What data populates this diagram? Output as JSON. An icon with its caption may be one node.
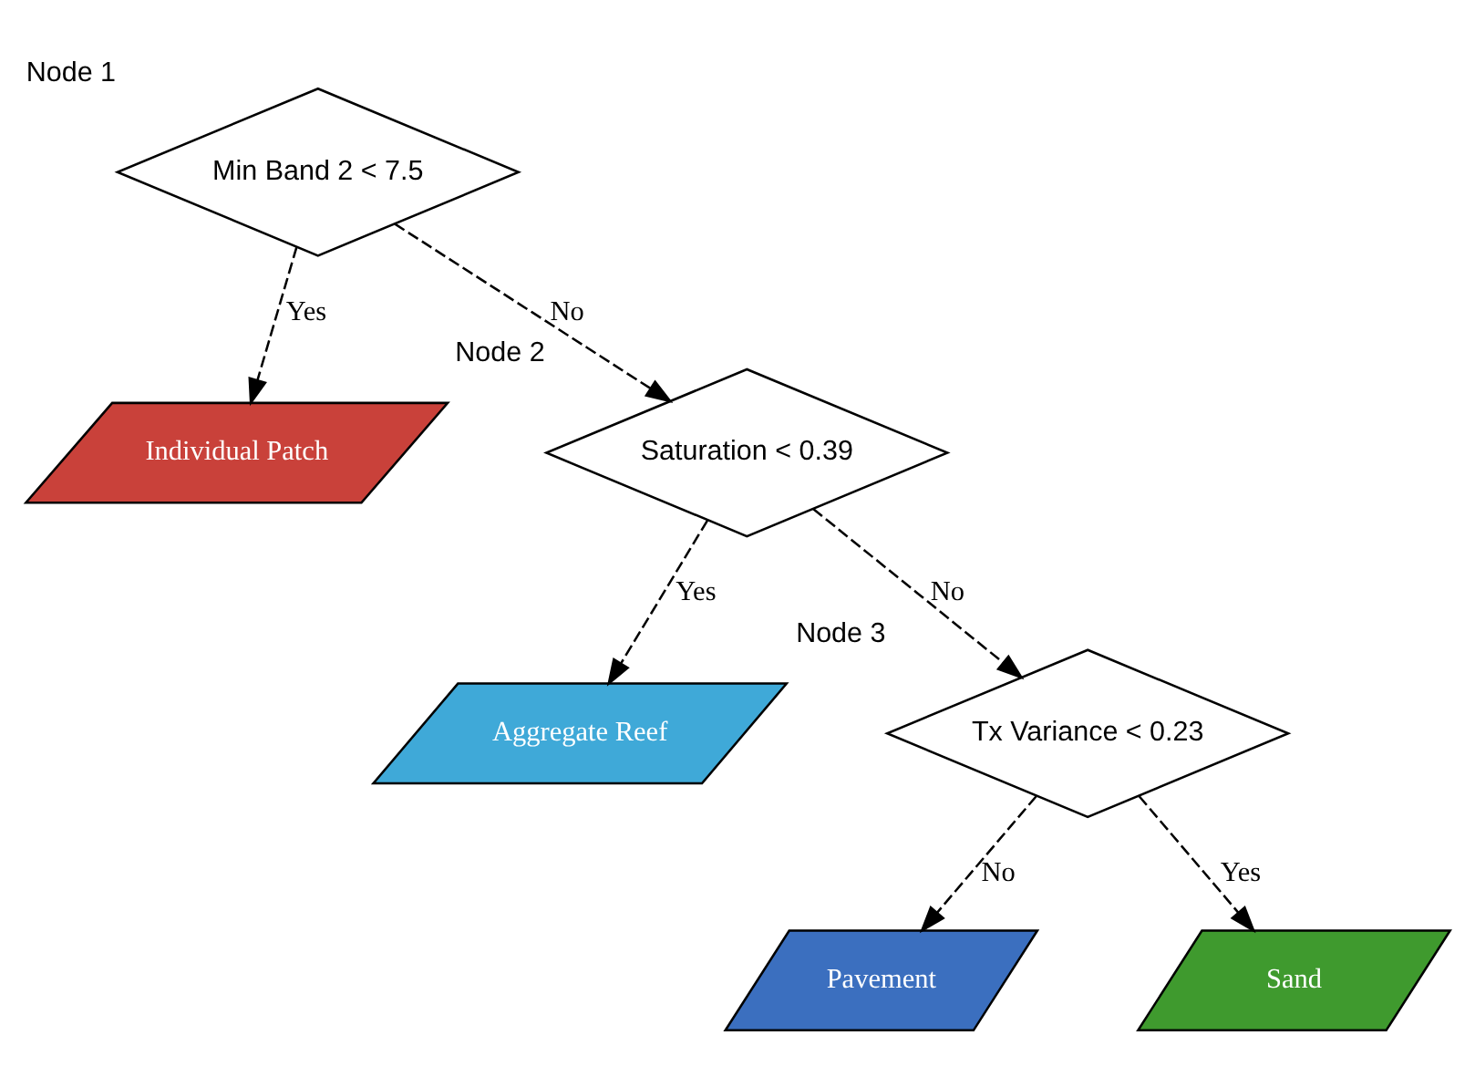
{
  "diagram": {
    "nodes": [
      {
        "text": [
          "Min Band 2 < 7.5"
        ],
        "beside": [
          "Node 1"
        ]
      },
      {
        "text": [
          "Individual Patch"
        ]
      },
      {
        "text": [
          "Saturation < 0.39"
        ],
        "beside": [
          "Node 2"
        ]
      },
      {
        "text": [
          "Aggregate Reef"
        ]
      },
      {
        "text": [
          "Tx Variance < 0.23"
        ],
        "beside": [
          "Node 3"
        ]
      },
      {
        "text": [
          "Pavement"
        ]
      },
      {
        "text": [
          "Sand"
        ]
      }
    ],
    "edges": [
      {
        "from": 0,
        "to": 1,
        "arrow": "to",
        "label": "Yes",
        "style": "dashed"
      },
      {
        "from": 0,
        "to": 2,
        "arrow": "to",
        "label": "No",
        "style": "dashed"
      },
      {
        "from": 2,
        "to": 4,
        "arrow": "to",
        "label": "No",
        "style": "dashed"
      },
      {
        "from": 2,
        "to": 3,
        "arrow": "to",
        "label": "Yes",
        "style": "dashed"
      },
      {
        "from": 4,
        "to": 5,
        "arrow": "to",
        "label": "No",
        "style": "dashed"
      },
      {
        "from": 4,
        "to": 6,
        "arrow": "to",
        "label": "Yes",
        "style": "dashed"
      }
    ]
  }
}
